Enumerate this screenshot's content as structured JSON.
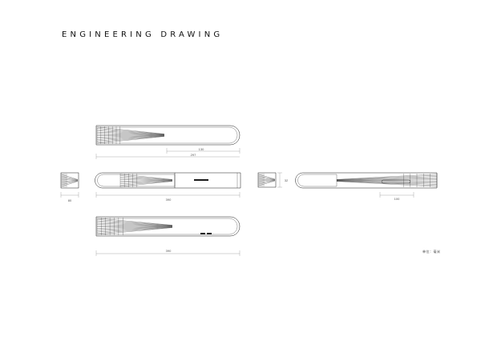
{
  "page_title": "ENGINEERING DRAWING",
  "unit_label": "单位：毫米",
  "dimensions": {
    "top_view_inner": "130",
    "top_view_length": "297",
    "end_view_left_width": "80",
    "front_view_length": "390",
    "end_view_right_height": "32",
    "rear_view_inner": "100",
    "bottom_view_length": "390"
  },
  "colors": {
    "line": "#1a1a1a",
    "dim": "#888888",
    "background": "#ffffff"
  }
}
